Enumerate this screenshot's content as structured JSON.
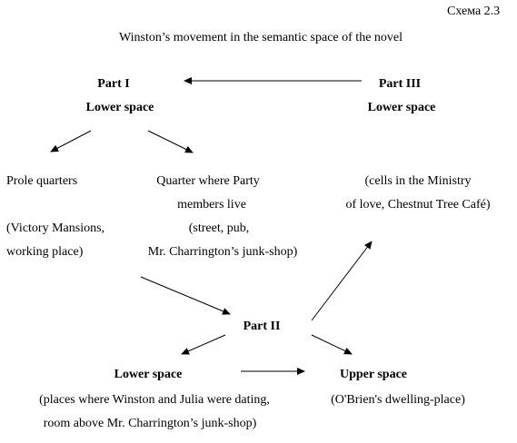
{
  "diagram": {
    "scheme_label": "Схема 2.3",
    "title": "Winston’s movement in the semantic space of the novel",
    "part1": {
      "heading": "Part I",
      "space": "Lower space",
      "left_block": [
        "Prole quarters",
        "(Victory Mansions,",
        "working place)"
      ],
      "right_block": [
        "Quarter where Party",
        "members live",
        "(street, pub,",
        "Mr. Charrington’s junk-shop)"
      ]
    },
    "part3": {
      "heading": "Part III",
      "space": "Lower space",
      "block": [
        "(cells in the Ministry",
        "of love, Chestnut Tree Café)"
      ]
    },
    "part2": {
      "heading": "Part II",
      "lower": {
        "space": "Lower space",
        "block": [
          "(places where Winston and Julia were dating,",
          "room above Mr. Charrington’s  junk-shop)"
        ]
      },
      "upper": {
        "space": "Upper space",
        "block": [
          "(O'Brien's dwelling-place)"
        ]
      }
    },
    "colors": {
      "text": "#000000",
      "arrow": "#000000",
      "background": "#ffffff"
    }
  }
}
